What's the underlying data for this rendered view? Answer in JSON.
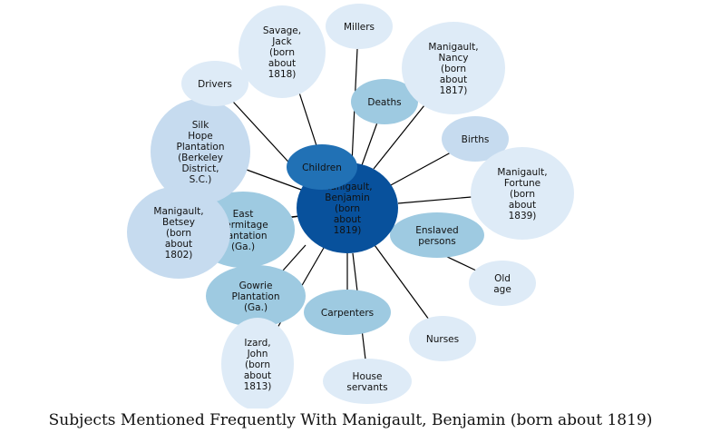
{
  "caption": "Subjects Mentioned Frequently With Manigault, Benjamin (born about 1819)",
  "colors": {
    "center": "#08519c",
    "strong": "#2171b5",
    "medium": "#9ecae1",
    "light": "#c6dbef",
    "pale": "#deebf7",
    "edge": "#000000"
  },
  "center": {
    "id": "center",
    "lines": [
      "Manigault,",
      "Benjamin",
      "(born",
      "about",
      "1819)"
    ],
    "tone": "center"
  },
  "nodes": [
    {
      "id": "east-hermitage",
      "lines": [
        "East",
        "Hermitage",
        "Plantation",
        "(Ga.)"
      ],
      "tone": "medium"
    },
    {
      "id": "gowrie",
      "lines": [
        "Gowrie",
        "Plantation",
        "(Ga.)"
      ],
      "tone": "medium"
    },
    {
      "id": "carpenters",
      "lines": [
        "Carpenters"
      ],
      "tone": "medium"
    },
    {
      "id": "enslaved",
      "lines": [
        "Enslaved",
        "persons"
      ],
      "tone": "medium"
    },
    {
      "id": "deaths",
      "lines": [
        "Deaths"
      ],
      "tone": "medium"
    },
    {
      "id": "births",
      "lines": [
        "Births"
      ],
      "tone": "light"
    },
    {
      "id": "silk-hope",
      "lines": [
        "Silk",
        "Hope",
        "Plantation",
        "(Berkeley",
        "District,",
        "S.C.)"
      ],
      "tone": "light"
    },
    {
      "id": "betsey",
      "lines": [
        "Manigault,",
        "Betsey",
        "(born",
        "about",
        "1802)"
      ],
      "tone": "light"
    },
    {
      "id": "drivers",
      "lines": [
        "Drivers"
      ],
      "tone": "pale"
    },
    {
      "id": "savage",
      "lines": [
        "Savage,",
        "Jack",
        "(born",
        "about",
        "1818)"
      ],
      "tone": "pale"
    },
    {
      "id": "millers",
      "lines": [
        "Millers"
      ],
      "tone": "pale"
    },
    {
      "id": "nancy",
      "lines": [
        "Manigault,",
        "Nancy",
        "(born",
        "about",
        "1817)"
      ],
      "tone": "pale"
    },
    {
      "id": "fortune",
      "lines": [
        "Manigault,",
        "Fortune",
        "(born",
        "about",
        "1839)"
      ],
      "tone": "pale"
    },
    {
      "id": "old-age",
      "lines": [
        "Old",
        "age"
      ],
      "tone": "pale"
    },
    {
      "id": "nurses",
      "lines": [
        "Nurses"
      ],
      "tone": "pale"
    },
    {
      "id": "house-servants",
      "lines": [
        "House",
        "servants"
      ],
      "tone": "pale"
    },
    {
      "id": "izard",
      "lines": [
        "Izard,",
        "John",
        "(born",
        "about",
        "1813)"
      ],
      "tone": "pale"
    },
    {
      "id": "children",
      "lines": [
        "Children"
      ],
      "tone": "strong"
    }
  ]
}
